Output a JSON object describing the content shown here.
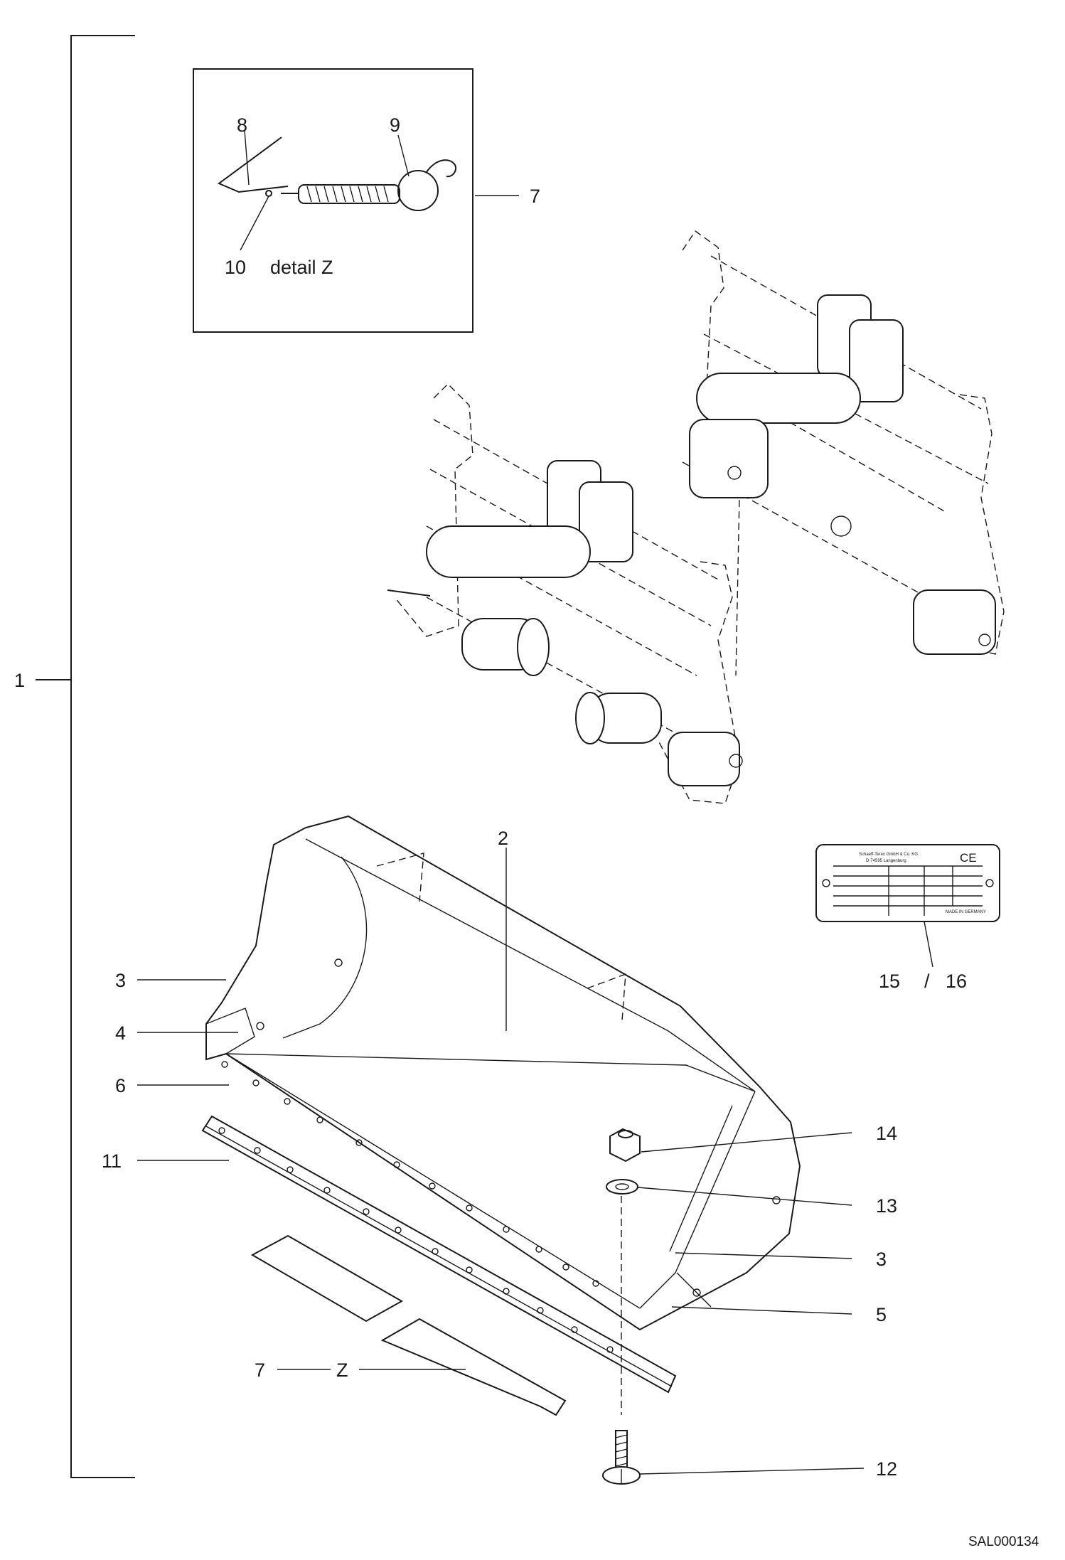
{
  "drawing_code": "SAL000134",
  "detail_label": "detail Z",
  "callouts": {
    "c1": "1",
    "c2": "2",
    "c3a": "3",
    "c3b": "3",
    "c4": "4",
    "c5": "5",
    "c6": "6",
    "c7a": "7",
    "c7b": "7",
    "z": "Z",
    "c8": "8",
    "c9": "9",
    "c10": "10",
    "c11": "11",
    "c12": "12",
    "c13": "13",
    "c14": "14",
    "c15": "15",
    "slash": "/",
    "c16": "16"
  },
  "plate": {
    "maker": "Schaeff-Terex GmbH & Co. KG",
    "city": "D-74595 Langenburg",
    "ce": "CE",
    "made_in": "MADE IN GERMANY"
  }
}
